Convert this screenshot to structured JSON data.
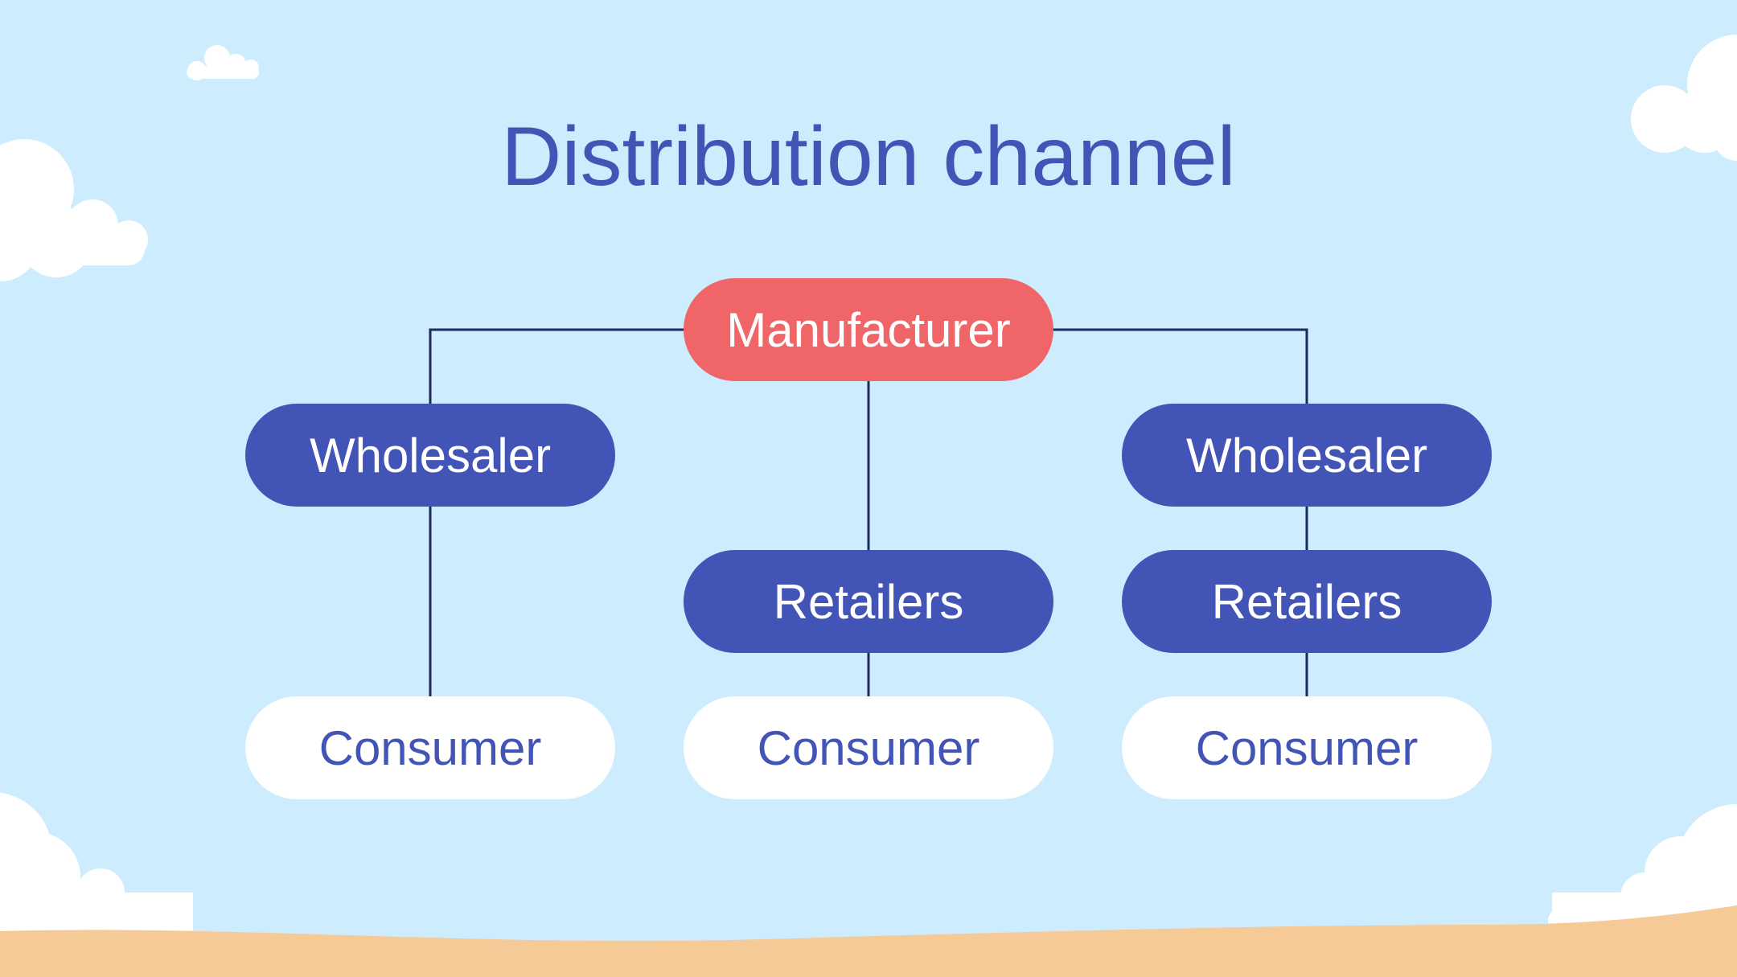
{
  "slide": {
    "title": "Distribution channel"
  },
  "diagram": {
    "type": "tree",
    "nodes": {
      "manufacturer": "Manufacturer",
      "wholesaler_left": "Wholesaler",
      "wholesaler_right": "Wholesaler",
      "retailers_center": "Retailers",
      "retailers_right": "Retailers",
      "consumer_left": "Consumer",
      "consumer_center": "Consumer",
      "consumer_right": "Consumer"
    },
    "edges": [
      [
        "manufacturer",
        "wholesaler_left"
      ],
      [
        "manufacturer",
        "retailers_center"
      ],
      [
        "manufacturer",
        "wholesaler_right"
      ],
      [
        "wholesaler_left",
        "consumer_left"
      ],
      [
        "retailers_center",
        "consumer_center"
      ],
      [
        "wholesaler_right",
        "retailers_right"
      ],
      [
        "retailers_right",
        "consumer_right"
      ]
    ]
  },
  "colors": {
    "background": "#cdecfd",
    "title": "#4254b5",
    "root_node": "#f06568",
    "intermediate_node": "#4254b5",
    "end_node": "#ffffff",
    "connector": "#1e2a5e",
    "cloud": "#ffffff",
    "ground": "#f6ca97"
  }
}
